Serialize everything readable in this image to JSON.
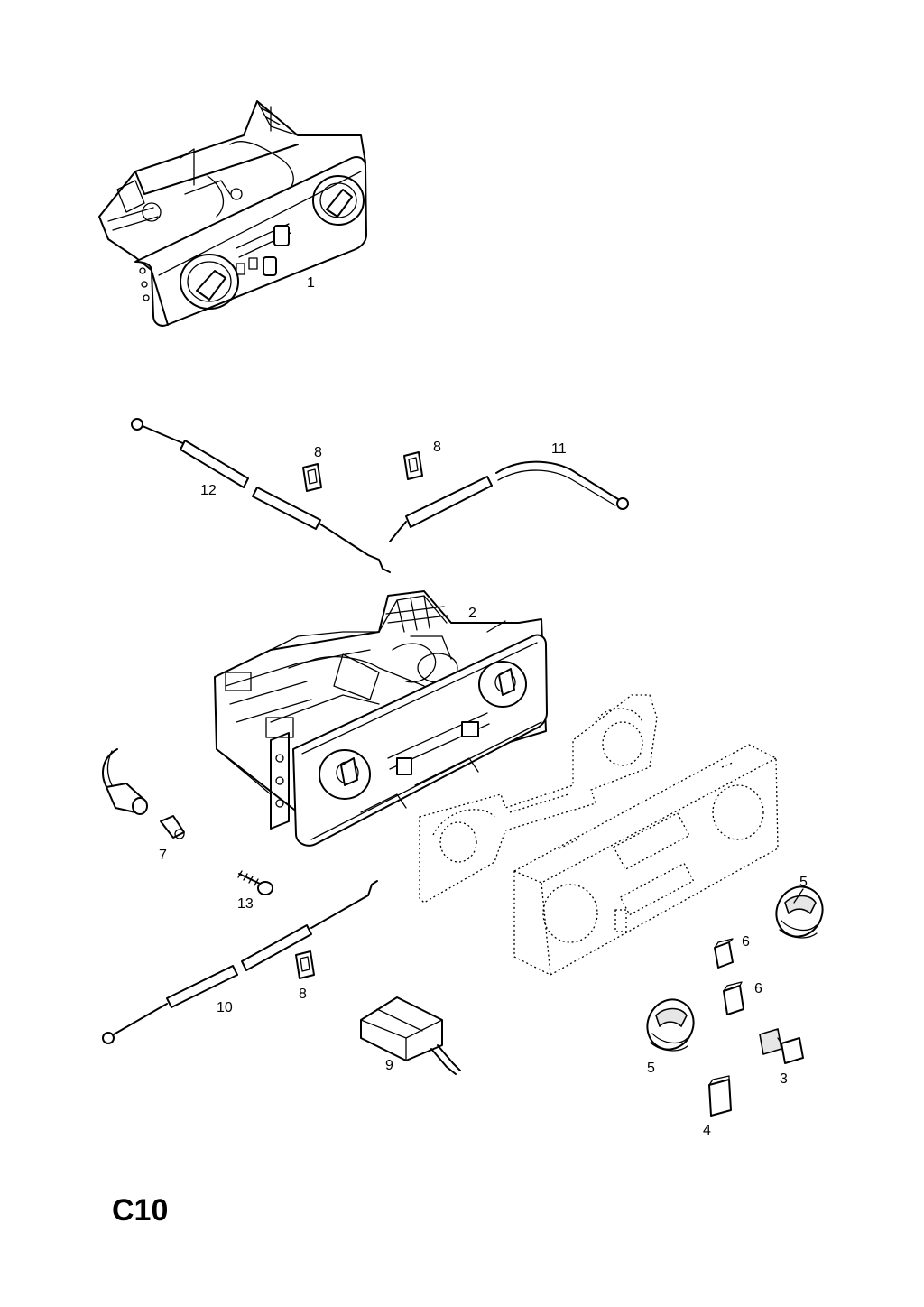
{
  "diagram": {
    "sheet_code": "C10",
    "part_callouts": {
      "p1": "1",
      "p2": "2",
      "p3": "3",
      "p4": "4",
      "p5a": "5",
      "p5b": "5",
      "p6a": "6",
      "p6b": "6",
      "p7": "7",
      "p8a": "8",
      "p8b": "8",
      "p8c": "8",
      "p9": "9",
      "p10": "10",
      "p11": "11",
      "p12": "12",
      "p13": "13"
    }
  }
}
